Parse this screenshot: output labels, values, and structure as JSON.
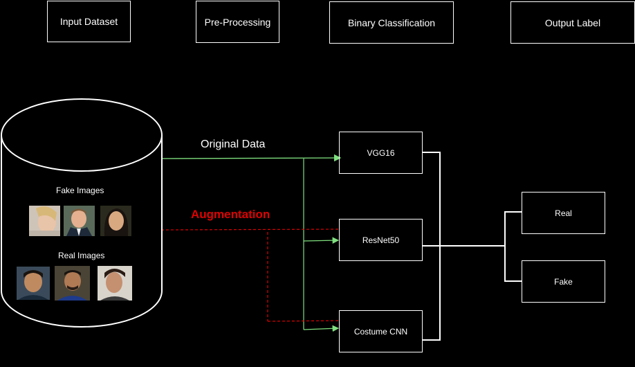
{
  "stages": {
    "input": "Input Dataset",
    "preprocessing": "Pre-Processing",
    "classification": "Binary Classification",
    "output": "Output Label"
  },
  "dataset": {
    "fake_label": "Fake Images",
    "real_label": "Real Images"
  },
  "flows": {
    "original": "Original Data",
    "augmentation": "Augmentation"
  },
  "models": {
    "vgg": "VGG16",
    "resnet": "ResNet50",
    "cnn": "Costume CNN"
  },
  "outputs": {
    "real": "Real",
    "fake": "Fake"
  },
  "colors": {
    "background": "#000000",
    "line": "#ffffff",
    "original_arrow": "#7fe07f",
    "augmentation": "#e00000"
  }
}
